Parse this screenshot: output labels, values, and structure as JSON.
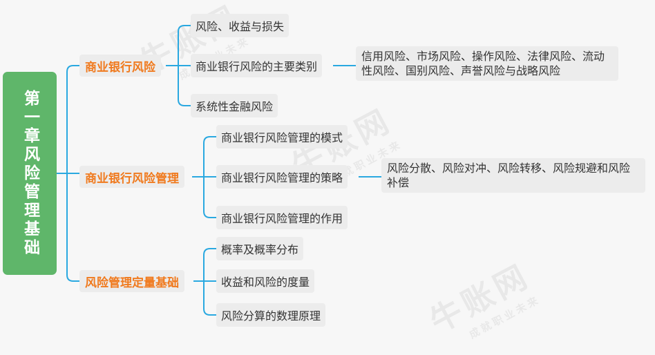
{
  "root": {
    "title": "第一章风险管理基础"
  },
  "branches": [
    {
      "label": "商业银行风险",
      "children": [
        {
          "label": "风险、收益与损失"
        },
        {
          "label": "商业银行风险的主要类别",
          "detail": "信用风险、市场风险、操作风险、法律风险、流动性风险、国别风险、声誉风险与战略风险"
        },
        {
          "label": "系统性金融风险"
        }
      ]
    },
    {
      "label": "商业银行风险管理",
      "children": [
        {
          "label": "商业银行风险管理的模式"
        },
        {
          "label": "商业银行风险管理的策略",
          "detail": "风险分散、风险对冲、风险转移、风险规避和风险补偿"
        },
        {
          "label": "商业银行风险管理的作用"
        }
      ]
    },
    {
      "label": "风险管理定量基础",
      "children": [
        {
          "label": "概率及概率分布"
        },
        {
          "label": "收益和风险的度量"
        },
        {
          "label": "风险分算的数理原理"
        }
      ]
    }
  ],
  "watermark": {
    "brand": "牛账网",
    "slogan": "成就职业未来"
  },
  "colors": {
    "root_bg": "#5fb66a",
    "branch_text": "#f07a1e",
    "connector": "#29a8e0",
    "node_bg": "#ececec"
  }
}
